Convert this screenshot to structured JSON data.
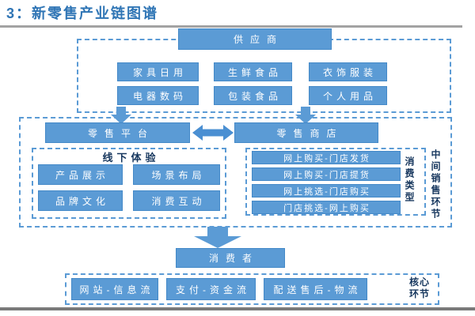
{
  "page": {
    "title": "3：新零售产业链图谱"
  },
  "colors": {
    "node_fill": "#5b9bd5",
    "node_border": "#4489c8",
    "dashed_border": "#5b9bd5",
    "title_text": "#2f75b5",
    "dark_label_text": "#17375e",
    "node_text": "#ffffff",
    "title_underline": "#a3a3a3",
    "bottom_rule": "#7a7a7a"
  },
  "supplier": {
    "header": "供应商",
    "categories": [
      "家具日用",
      "生鲜食品",
      "衣饰服装",
      "电器数码",
      "包装食品",
      "个人用品"
    ]
  },
  "middle": {
    "platform": "零售平台",
    "store": "零售商店",
    "offline": {
      "title": "线下体验",
      "items": [
        "产品展示",
        "场景布局",
        "品牌文化",
        "消费互动"
      ]
    },
    "modes": {
      "items": [
        "网上购买-门店发货",
        "网上购买-门店提货",
        "网上挑选-门店购买",
        "门店挑选-网上购买"
      ],
      "side_label": "消费类型"
    },
    "side_label": "中间销售环节"
  },
  "consumer": {
    "label": "消费者"
  },
  "core": {
    "items": [
      "网站-信息流",
      "支付-资金流",
      "配送售后-物流"
    ],
    "side_label": "核心环节"
  }
}
